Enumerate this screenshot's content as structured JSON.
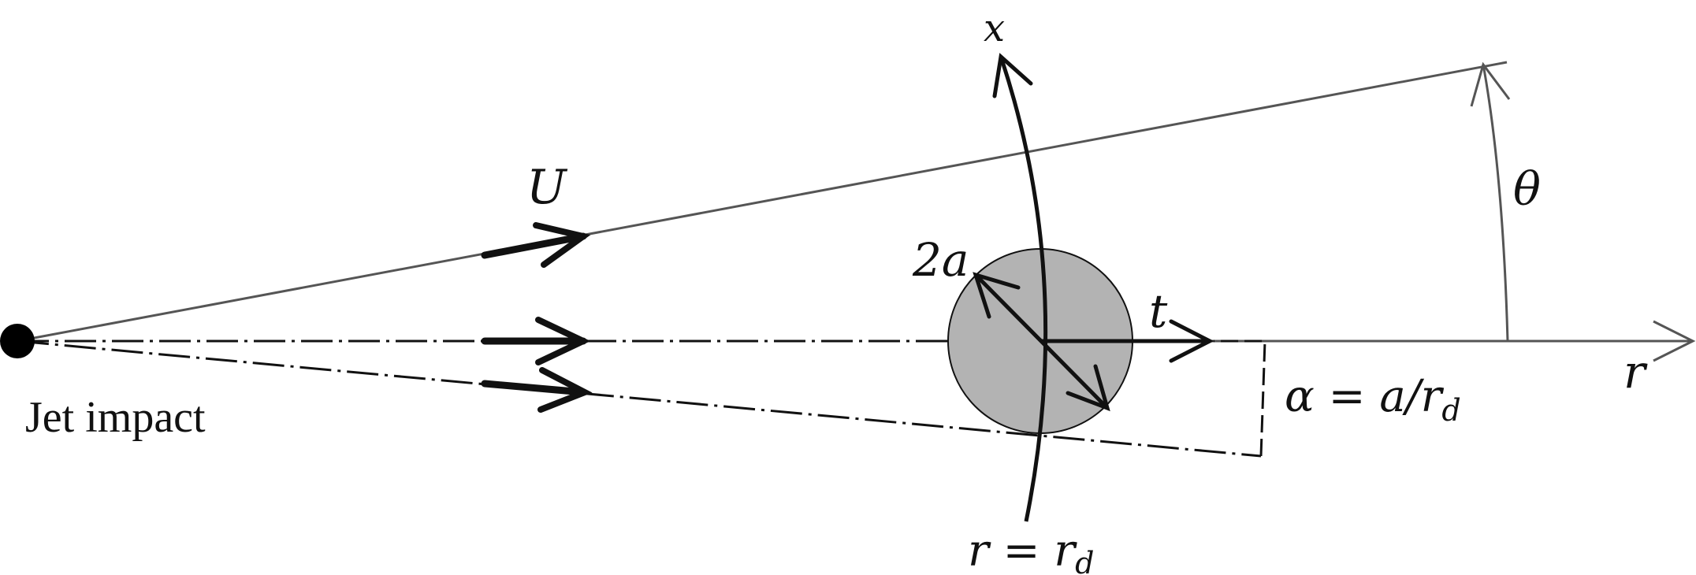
{
  "diagram": {
    "labels": {
      "x_axis": "x",
      "U": "U",
      "theta": "θ",
      "two_a": "2a",
      "t": "t",
      "r_axis": "r",
      "alpha_eq": "α = a/r",
      "alpha_sub": "d",
      "r_eq": "r = r",
      "r_sub": "d",
      "jet_impact": "Jet impact"
    },
    "colors": {
      "stroke": "#111111",
      "grey_line": "#555555",
      "droplet_fill": "#b3b3b3"
    }
  }
}
